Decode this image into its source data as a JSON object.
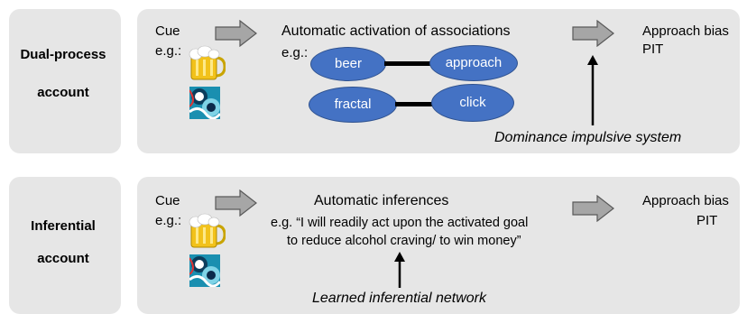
{
  "dual": {
    "label_line1": "Dual-process",
    "label_line2": "account",
    "cue": "Cue",
    "eg": "e.g.:",
    "activation_title": "Automatic activation of associations",
    "activation_eg": "e.g.:",
    "nodes": {
      "beer": "beer",
      "approach": "approach",
      "fractal": "fractal",
      "click": "click"
    },
    "outcome_line1": "Approach bias",
    "outcome_line2": "PIT",
    "driver": "Dominance impulsive system"
  },
  "inferential": {
    "label_line1": "Inferential",
    "label_line2": "account",
    "cue": "Cue",
    "eg": "e.g.:",
    "inference_title": "Automatic inferences",
    "inference_line1": "e.g. “I will readily act upon the activated goal",
    "inference_line2": "to reduce alcohol craving/ to win money”",
    "outcome_line1": "Approach bias",
    "outcome_line2": "PIT",
    "driver": "Learned inferential network"
  },
  "icons": {
    "cue_a": "beer-mug-icon",
    "cue_b": "fractal-image-icon"
  },
  "colors": {
    "panel": "#e6e6e6",
    "node": "#4472c4",
    "arrow_fill": "#a6a6a6"
  }
}
